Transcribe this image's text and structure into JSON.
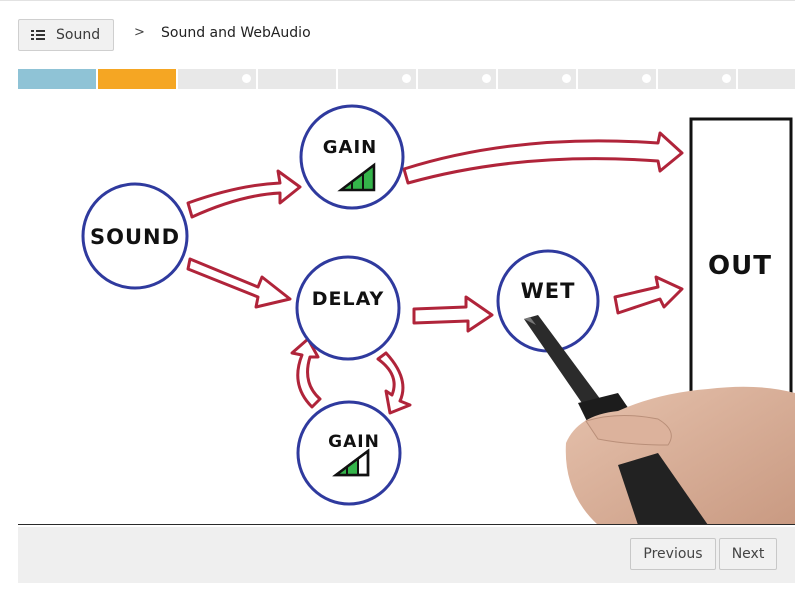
{
  "header": {
    "lesson_button_label": "Sound",
    "breadcrumb_separator": ">",
    "lesson_title": "Sound and WebAudio"
  },
  "progress": {
    "segments_total": 10,
    "segments_completed": 1,
    "current_segment": 2,
    "colors": {
      "completed": "#8fc3d6",
      "current": "#f5a623",
      "pending": "#e8e8e8"
    }
  },
  "video": {
    "nodes": {
      "sound": "SOUND",
      "gain_top": "GAIN",
      "delay": "DELAY",
      "wet": "WET",
      "gain_bottom": "GAIN",
      "out": "OUT"
    },
    "colors": {
      "node_ring": "#2f3a9e",
      "arrow": "#b0243a",
      "gain_fill": "#34b44a"
    }
  },
  "footer": {
    "previous_label": "Previous",
    "next_label": "Next"
  }
}
